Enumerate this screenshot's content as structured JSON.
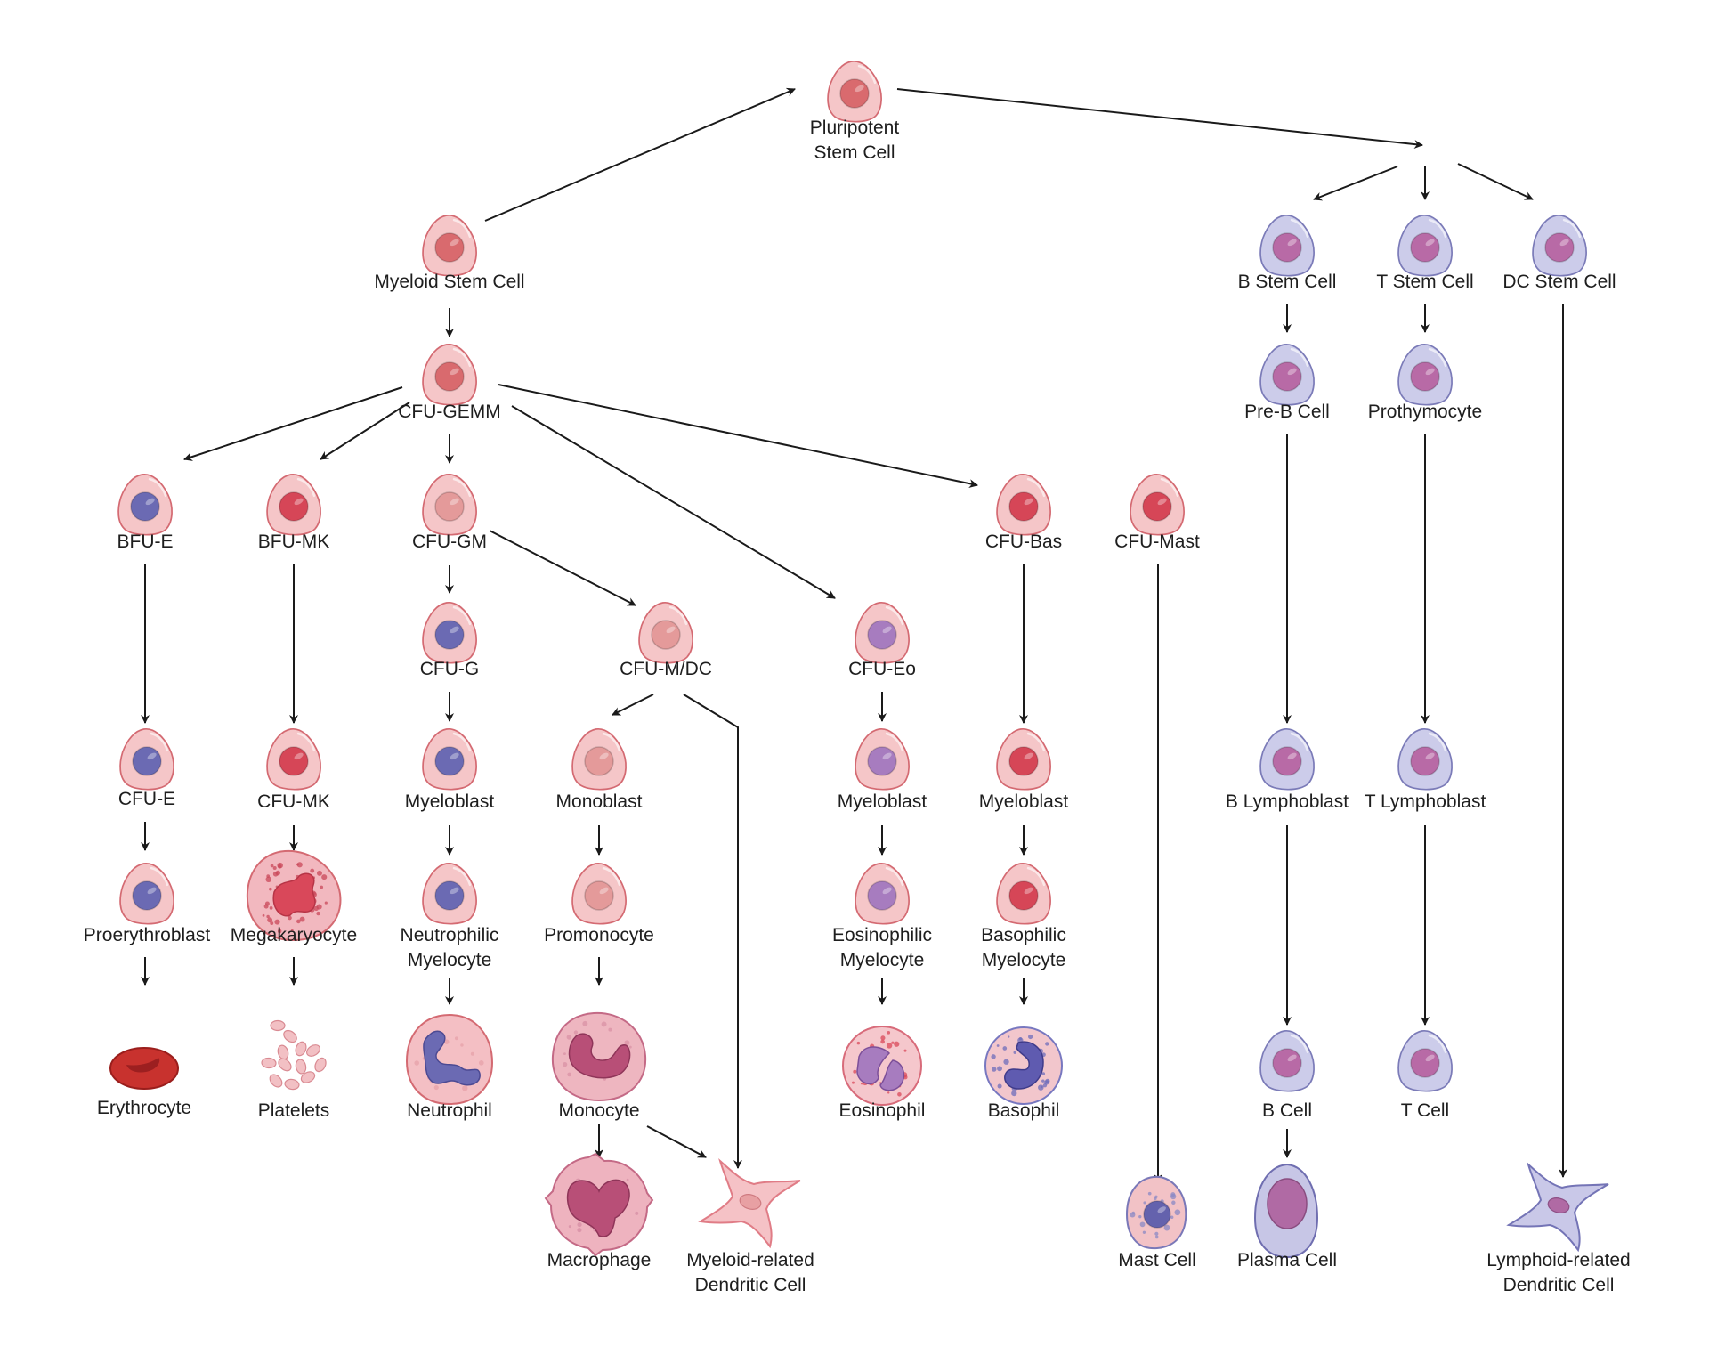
{
  "title": "Hematopoiesis lineage diagram",
  "colors": {
    "myeloid_cytoplasm": "#f5c6c8",
    "myeloid_outline": "#d46a72",
    "lymphoid_cytoplasm": "#ccccea",
    "lymphoid_outline": "#7b7bb8",
    "nucleus_red": "#d64657",
    "nucleus_salmon": "#e49a9a",
    "nucleus_stem": "#d96a6e",
    "nucleus_blue": "#6b6ab3",
    "nucleus_purple": "#a77cbf",
    "nucleus_lymph": "#b86aa6",
    "erythrocyte": "#c8322e",
    "arrow": "#1a1a1a",
    "text": "#1e1e1e"
  },
  "nodes": [
    {
      "id": "pluripotent",
      "label": [
        "Pluripotent",
        "Stem Cell"
      ],
      "lineage": "myeloid",
      "nucleus": "stem",
      "shape": "stem"
    },
    {
      "id": "myeloid-stem",
      "label": [
        "Myeloid Stem Cell"
      ],
      "lineage": "myeloid",
      "nucleus": "stem",
      "shape": "stem"
    },
    {
      "id": "cfu-gemm",
      "label": [
        "CFU-GEMM"
      ],
      "lineage": "myeloid",
      "nucleus": "stem",
      "shape": "stem"
    },
    {
      "id": "bfu-e",
      "label": [
        "BFU-E"
      ],
      "lineage": "myeloid",
      "nucleus": "blue",
      "shape": "stem"
    },
    {
      "id": "bfu-mk",
      "label": [
        "BFU-MK"
      ],
      "lineage": "myeloid",
      "nucleus": "red",
      "shape": "stem"
    },
    {
      "id": "cfu-gm",
      "label": [
        "CFU-GM"
      ],
      "lineage": "myeloid",
      "nucleus": "salmon",
      "shape": "stem"
    },
    {
      "id": "cfu-bas",
      "label": [
        "CFU-Bas"
      ],
      "lineage": "myeloid",
      "nucleus": "red",
      "shape": "stem"
    },
    {
      "id": "cfu-mast",
      "label": [
        "CFU-Mast"
      ],
      "lineage": "myeloid",
      "nucleus": "red",
      "shape": "stem"
    },
    {
      "id": "cfu-g",
      "label": [
        "CFU-G"
      ],
      "lineage": "myeloid",
      "nucleus": "blue",
      "shape": "stem"
    },
    {
      "id": "cfu-m-dc",
      "label": [
        "CFU-M/DC"
      ],
      "lineage": "myeloid",
      "nucleus": "salmon",
      "shape": "stem"
    },
    {
      "id": "cfu-eo",
      "label": [
        "CFU-Eo"
      ],
      "lineage": "myeloid",
      "nucleus": "purple",
      "shape": "stem"
    },
    {
      "id": "cfu-e",
      "label": [
        "CFU-E"
      ],
      "lineage": "myeloid",
      "nucleus": "blue",
      "shape": "stem"
    },
    {
      "id": "cfu-mk",
      "label": [
        "CFU-MK"
      ],
      "lineage": "myeloid",
      "nucleus": "red",
      "shape": "stem"
    },
    {
      "id": "myeloblast-n",
      "label": [
        "Myeloblast"
      ],
      "lineage": "myeloid",
      "nucleus": "blue",
      "shape": "stem"
    },
    {
      "id": "monoblast",
      "label": [
        "Monoblast"
      ],
      "lineage": "myeloid",
      "nucleus": "salmon",
      "shape": "stem"
    },
    {
      "id": "myeloblast-eo",
      "label": [
        "Myeloblast"
      ],
      "lineage": "myeloid",
      "nucleus": "purple",
      "shape": "stem"
    },
    {
      "id": "myeloblast-bas",
      "label": [
        "Myeloblast"
      ],
      "lineage": "myeloid",
      "nucleus": "red",
      "shape": "stem"
    },
    {
      "id": "proerythroblast",
      "label": [
        "Proerythroblast"
      ],
      "lineage": "myeloid",
      "nucleus": "blue",
      "shape": "stem"
    },
    {
      "id": "megakaryocyte",
      "label": [
        "Megakaryocyte"
      ],
      "lineage": "myeloid",
      "nucleus": "red",
      "shape": "megakaryocyte"
    },
    {
      "id": "neutrophilic-myelocyte",
      "label": [
        "Neutrophilic",
        "Myelocyte"
      ],
      "lineage": "myeloid",
      "nucleus": "blue",
      "shape": "stem"
    },
    {
      "id": "promonocyte",
      "label": [
        "Promonocyte"
      ],
      "lineage": "myeloid",
      "nucleus": "salmon",
      "shape": "stem"
    },
    {
      "id": "eosinophilic-myelocyte",
      "label": [
        "Eosinophilic",
        "Myelocyte"
      ],
      "lineage": "myeloid",
      "nucleus": "purple",
      "shape": "stem"
    },
    {
      "id": "basophilic-myelocyte",
      "label": [
        "Basophilic",
        "Myelocyte"
      ],
      "lineage": "myeloid",
      "nucleus": "red",
      "shape": "stem"
    },
    {
      "id": "erythrocyte",
      "label": [
        "Erythrocyte"
      ],
      "lineage": "myeloid",
      "nucleus": "none",
      "shape": "erythrocyte"
    },
    {
      "id": "platelets",
      "label": [
        "Platelets"
      ],
      "lineage": "myeloid",
      "nucleus": "none",
      "shape": "platelets"
    },
    {
      "id": "neutrophil",
      "label": [
        "Neutrophil"
      ],
      "lineage": "myeloid",
      "nucleus": "blue",
      "shape": "neutrophil"
    },
    {
      "id": "monocyte",
      "label": [
        "Monocyte"
      ],
      "lineage": "myeloid",
      "nucleus": "red",
      "shape": "monocyte"
    },
    {
      "id": "eosinophil",
      "label": [
        "Eosinophil"
      ],
      "lineage": "myeloid",
      "nucleus": "purple",
      "shape": "eosinophil"
    },
    {
      "id": "basophil",
      "label": [
        "Basophil"
      ],
      "lineage": "myeloid",
      "nucleus": "blue",
      "shape": "basophil"
    },
    {
      "id": "macrophage",
      "label": [
        "Macrophage"
      ],
      "lineage": "myeloid",
      "nucleus": "red",
      "shape": "macrophage"
    },
    {
      "id": "myeloid-dc",
      "label": [
        "Myeloid-related",
        "Dendritic Cell"
      ],
      "lineage": "myeloid",
      "nucleus": "salmon",
      "shape": "dendritic"
    },
    {
      "id": "mast-cell",
      "label": [
        "Mast Cell"
      ],
      "lineage": "myeloid",
      "nucleus": "blue",
      "shape": "mast"
    },
    {
      "id": "b-stem",
      "label": [
        "B Stem Cell"
      ],
      "lineage": "lymphoid",
      "nucleus": "lymph",
      "shape": "stem"
    },
    {
      "id": "t-stem",
      "label": [
        "T Stem Cell"
      ],
      "lineage": "lymphoid",
      "nucleus": "lymph",
      "shape": "stem"
    },
    {
      "id": "dc-stem",
      "label": [
        "DC Stem Cell"
      ],
      "lineage": "lymphoid",
      "nucleus": "lymph",
      "shape": "stem"
    },
    {
      "id": "pre-b",
      "label": [
        "Pre-B Cell"
      ],
      "lineage": "lymphoid",
      "nucleus": "lymph",
      "shape": "stem"
    },
    {
      "id": "prothymocyte",
      "label": [
        "Prothymocyte"
      ],
      "lineage": "lymphoid",
      "nucleus": "lymph",
      "shape": "stem"
    },
    {
      "id": "b-lymphoblast",
      "label": [
        "B Lymphoblast"
      ],
      "lineage": "lymphoid",
      "nucleus": "lymph",
      "shape": "stem"
    },
    {
      "id": "t-lymphoblast",
      "label": [
        "T Lymphoblast"
      ],
      "lineage": "lymphoid",
      "nucleus": "lymph",
      "shape": "stem"
    },
    {
      "id": "b-cell",
      "label": [
        "B Cell"
      ],
      "lineage": "lymphoid",
      "nucleus": "lymph",
      "shape": "stem"
    },
    {
      "id": "t-cell",
      "label": [
        "T Cell"
      ],
      "lineage": "lymphoid",
      "nucleus": "lymph",
      "shape": "stem"
    },
    {
      "id": "plasma-cell",
      "label": [
        "Plasma Cell"
      ],
      "lineage": "lymphoid",
      "nucleus": "lymph",
      "shape": "plasma"
    },
    {
      "id": "lymphoid-dc",
      "label": [
        "Lymphoid-related",
        "Dendritic Cell"
      ],
      "lineage": "lymphoid",
      "nucleus": "lymph",
      "shape": "dendritic"
    }
  ],
  "edges": [
    [
      "myeloid-stem",
      "pluripotent"
    ],
    [
      "pluripotent",
      "lymphoid-branch"
    ],
    [
      "lymphoid-branch",
      "b-stem"
    ],
    [
      "lymphoid-branch",
      "t-stem"
    ],
    [
      "lymphoid-branch",
      "dc-stem"
    ],
    [
      "myeloid-stem",
      "cfu-gemm"
    ],
    [
      "cfu-gemm",
      "bfu-e"
    ],
    [
      "cfu-gemm",
      "bfu-mk"
    ],
    [
      "cfu-gemm",
      "cfu-gm"
    ],
    [
      "cfu-gemm",
      "cfu-eo"
    ],
    [
      "cfu-gemm",
      "cfu-bas"
    ],
    [
      "cfu-gm",
      "cfu-g"
    ],
    [
      "cfu-gm",
      "cfu-m-dc"
    ],
    [
      "bfu-e",
      "cfu-e"
    ],
    [
      "bfu-mk",
      "cfu-mk"
    ],
    [
      "cfu-g",
      "myeloblast-n"
    ],
    [
      "cfu-m-dc",
      "monoblast"
    ],
    [
      "cfu-m-dc",
      "myeloid-dc"
    ],
    [
      "cfu-eo",
      "myeloblast-eo"
    ],
    [
      "cfu-bas",
      "myeloblast-bas"
    ],
    [
      "cfu-mast",
      "mast-cell"
    ],
    [
      "cfu-e",
      "proerythroblast"
    ],
    [
      "cfu-mk",
      "megakaryocyte"
    ],
    [
      "myeloblast-n",
      "neutrophilic-myelocyte"
    ],
    [
      "monoblast",
      "promonocyte"
    ],
    [
      "myeloblast-eo",
      "eosinophilic-myelocyte"
    ],
    [
      "myeloblast-bas",
      "basophilic-myelocyte"
    ],
    [
      "proerythroblast",
      "erythrocyte"
    ],
    [
      "megakaryocyte",
      "platelets"
    ],
    [
      "neutrophilic-myelocyte",
      "neutrophil"
    ],
    [
      "promonocyte",
      "monocyte"
    ],
    [
      "eosinophilic-myelocyte",
      "eosinophil"
    ],
    [
      "basophilic-myelocyte",
      "basophil"
    ],
    [
      "monocyte",
      "macrophage"
    ],
    [
      "monocyte",
      "myeloid-dc"
    ],
    [
      "b-stem",
      "pre-b"
    ],
    [
      "t-stem",
      "prothymocyte"
    ],
    [
      "pre-b",
      "b-lymphoblast"
    ],
    [
      "prothymocyte",
      "t-lymphoblast"
    ],
    [
      "b-lymphoblast",
      "b-cell"
    ],
    [
      "t-lymphoblast",
      "t-cell"
    ],
    [
      "b-cell",
      "plasma-cell"
    ],
    [
      "dc-stem",
      "lymphoid-dc"
    ]
  ]
}
